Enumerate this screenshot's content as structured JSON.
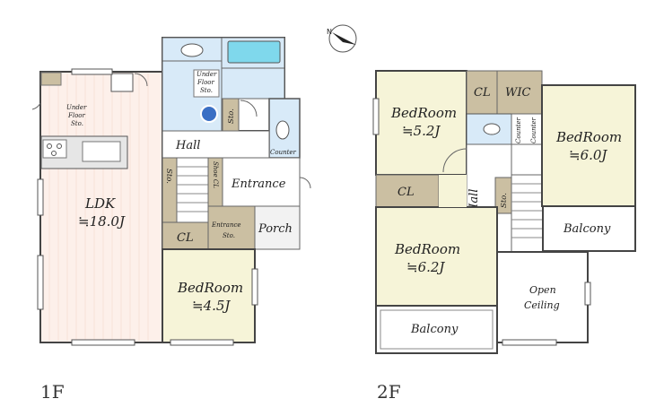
{
  "floor1": {
    "label": "1F",
    "rooms": {
      "ldk_name": "LDK",
      "ldk_size": "≒18.0J",
      "ldk_under1": "Under",
      "ldk_under2": "Floor",
      "ldk_under3": "Sto.",
      "bath_under1": "Under",
      "bath_under2": "Floor",
      "bath_under3": "Sto.",
      "sto_bath": "Sto.",
      "hall": "Hall",
      "sto_stair": "Sto.",
      "shoe_cl": "Shoe CL",
      "entrance": "Entrance",
      "counter": "Counter",
      "cl": "CL",
      "entrance_sto1": "Entrance",
      "entrance_sto2": "Sto.",
      "porch": "Porch",
      "bedroom_name": "BedRoom",
      "bedroom_size": "≒4.5J"
    }
  },
  "floor2": {
    "label": "2F",
    "rooms": {
      "bed1_name": "BedRoom",
      "bed1_size": "≒5.2J",
      "cl_top": "CL",
      "wic": "WIC",
      "counter1": "Counter",
      "counter2": "Counter",
      "bed2_name": "BedRoom",
      "bed2_size": "≒6.0J",
      "cl_left": "CL",
      "hall": "Hall",
      "sto": "Sto.",
      "balcony_right": "Balcony",
      "bed3_name": "BedRoom",
      "bed3_size": "≒6.2J",
      "open1": "Open",
      "open2": "Ceiling",
      "balcony_bottom": "Balcony"
    }
  },
  "colors": {
    "ldk_floor": "#fdf0ea",
    "bedroom_floor": "#f6f4d8",
    "closet": "#cbbfa2",
    "wet_area": "#d8eaf8",
    "bath_tub": "#7fd8ec",
    "hall": "#ffffff",
    "porch": "#f2f2f2",
    "kitchen_counter": "#e6e6e6"
  },
  "compass_icon": "north-arrow-icon"
}
